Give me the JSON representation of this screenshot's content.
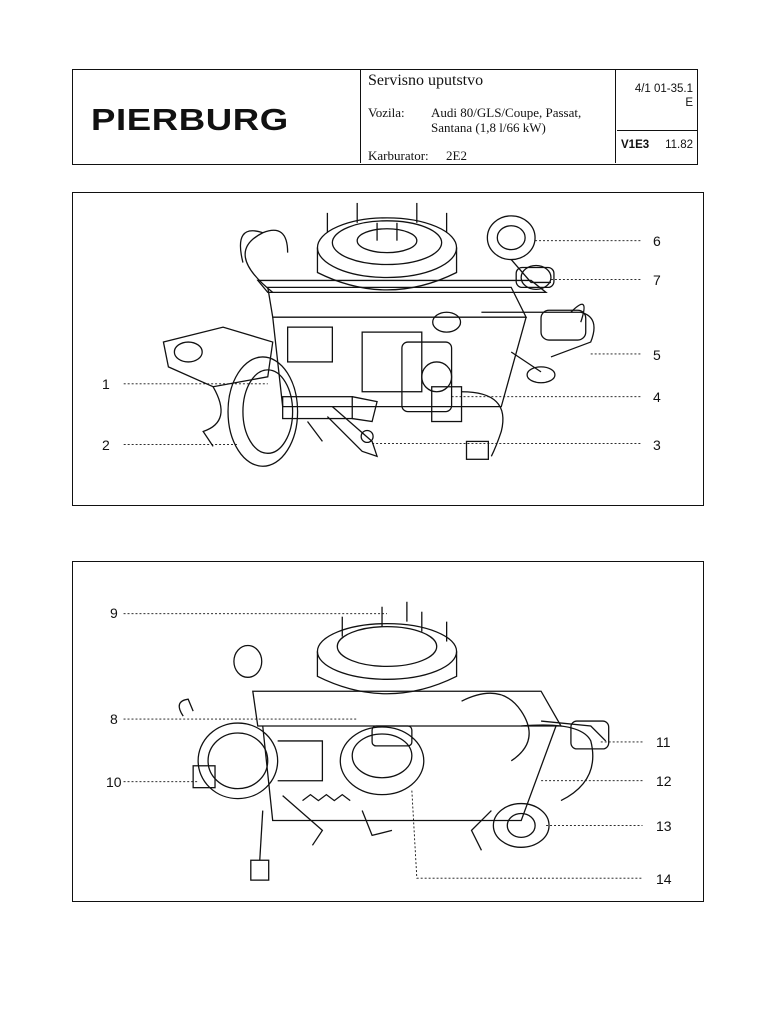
{
  "header": {
    "logo": "PIERBURG",
    "title": "Servisno uputstvo",
    "vehicle_label": "Vozila:",
    "vehicle_value": "Audi 80/GLS/Coupe, Passat, Santana (1,8 l/66 kW)",
    "carb_label": "Karburator:",
    "carb_value": "2E2",
    "doc_number": "4/1 01-35.1",
    "doc_lang": "E",
    "code": "V1E3",
    "date": "11.82"
  },
  "figure1": {
    "callouts": [
      "1",
      "2",
      "3",
      "4",
      "5",
      "6",
      "7"
    ]
  },
  "figure2": {
    "callouts": [
      "8",
      "9",
      "10",
      "11",
      "12",
      "13",
      "14"
    ]
  }
}
